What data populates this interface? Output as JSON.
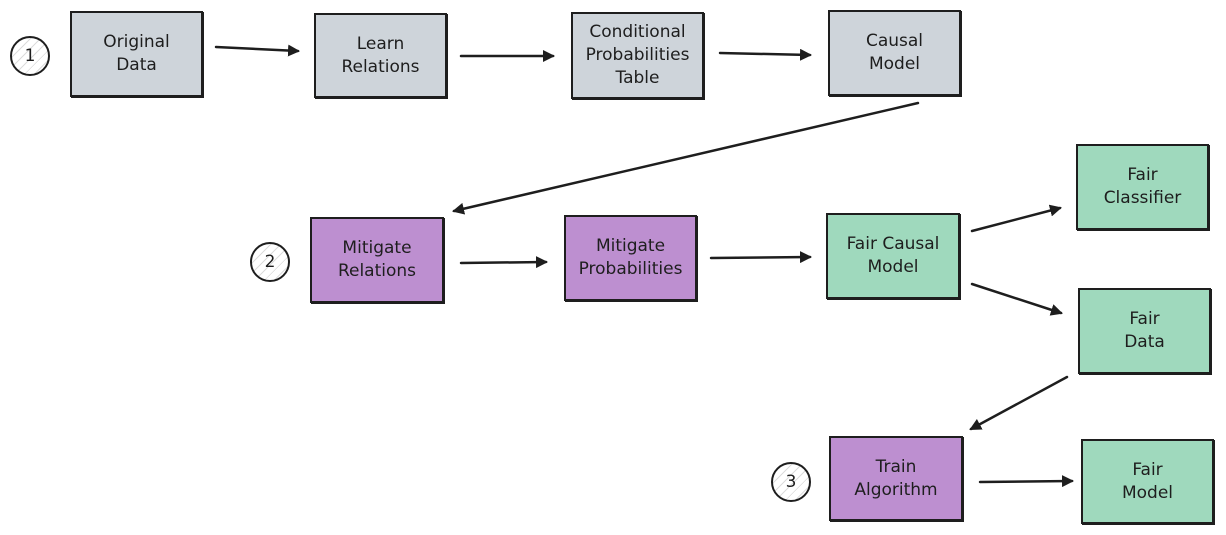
{
  "palette": {
    "stage1": "#ced4da",
    "stage2": "#bd8fd0",
    "output": "#9fd9bd",
    "stroke": "#1e1e1e"
  },
  "steps": {
    "one": "1",
    "two": "2",
    "three": "3"
  },
  "nodes": {
    "original_data": "Original\nData",
    "learn_relations": "Learn\nRelations",
    "cpt": "Conditional\nProbabilities\nTable",
    "causal_model": "Causal\nModel",
    "mitigate_relations": "Mitigate\nRelations",
    "mitigate_probabilities": "Mitigate\nProbabilities",
    "fair_causal_model": "Fair Causal\nModel",
    "fair_classifier": "Fair\nClassifier",
    "fair_data": "Fair\nData",
    "train_algorithm": "Train\nAlgorithm",
    "fair_model": "Fair\nModel"
  }
}
